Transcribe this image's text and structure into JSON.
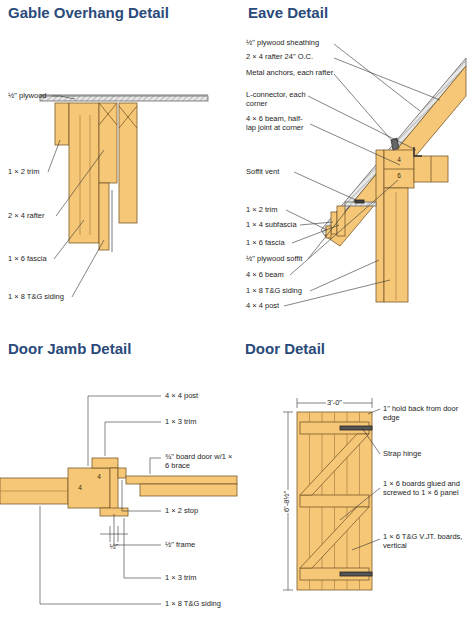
{
  "diagram": {
    "labels": [
      "Gable Overhang Detail",
      "½\" plywood",
      "1 × 2 trim",
      "2 × 4 rafter",
      "1 × 6 fascia",
      "1 × 8 T&G siding",
      "Eave Detail",
      "½\" plywood sheathing",
      "2 × 4 rafter 24\" O.C.",
      "Metal anchors, each rafter",
      "L-connector, each corner",
      "4 × 6 beam, half-lap joint at corner",
      "Soffit vent",
      "1 × 2 trim",
      "1 × 4 subfascia",
      "1 × 6 fascia",
      "½\" plywood soffit",
      "4 × 6 beam",
      "1 × 8 T&G siding",
      "4 × 4 post",
      "4",
      "6",
      "Door Jamb Detail",
      "4 × 4 post",
      "1 × 3 trim",
      "¾\" board door w/1 × 6 brace",
      "1 × 2 stop",
      "½\"",
      "½\" frame",
      "1 × 3 trim",
      "1 × 8 T&G siding",
      "4",
      "4",
      "Door Detail",
      "3'-0\"",
      "6'-8½\"",
      "1\" hold back from door edge",
      "Strap hinge",
      "1 × 6 boards glued and screwed to 1 × 6 panel",
      "1 × 6 T&G V.JT. boards, vertical"
    ]
  }
}
